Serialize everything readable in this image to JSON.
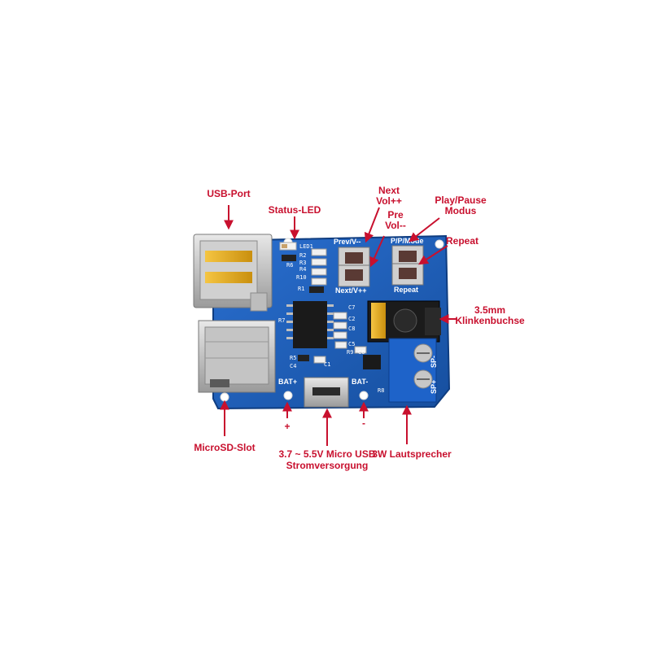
{
  "callouts": {
    "usb_port": "USB-Port",
    "status_led": "Status-LED",
    "next_vol_line1": "Next",
    "next_vol_line2": "Vol++",
    "pre_vol_line1": "Pre",
    "pre_vol_line2": "Vol--",
    "play_pause_line1": "Play/Pause",
    "play_pause_line2": "Modus",
    "repeat": "Repeat",
    "jack_line1": "3.5mm",
    "jack_line2": "Klinkenbuchse",
    "microsd": "MicroSD-Slot",
    "plus": "+",
    "minus": "-",
    "power_line1": "3.7 ~ 5.5V Micro USB",
    "power_line2": "Stromversorgung",
    "speaker": "3W Lautsprecher"
  },
  "silkscreen": {
    "led1": "LED1",
    "r2": "R2",
    "r3": "R3",
    "r4": "R4",
    "r6": "R6",
    "r10": "R10",
    "r1": "R1",
    "r7": "R7",
    "r5": "R5",
    "r8": "R8",
    "r9": "R9",
    "c1": "C1",
    "c2": "C2",
    "c4": "C4",
    "c5": "C5",
    "c6": "C6",
    "c7": "C7",
    "c8": "C8",
    "prev_vol": "Prev/V--",
    "pp_mode": "P/P/Mode",
    "next_vol": "Next/V++",
    "repeat": "Repeat",
    "bat_plus": "BAT+",
    "bat_minus": "BAT-",
    "sp_minus": "SP-",
    "sp_plus": "SP+"
  },
  "colors": {
    "pcb": "#1f5fb8",
    "callout": "#c8102e",
    "terminal": "#1e63c9"
  }
}
